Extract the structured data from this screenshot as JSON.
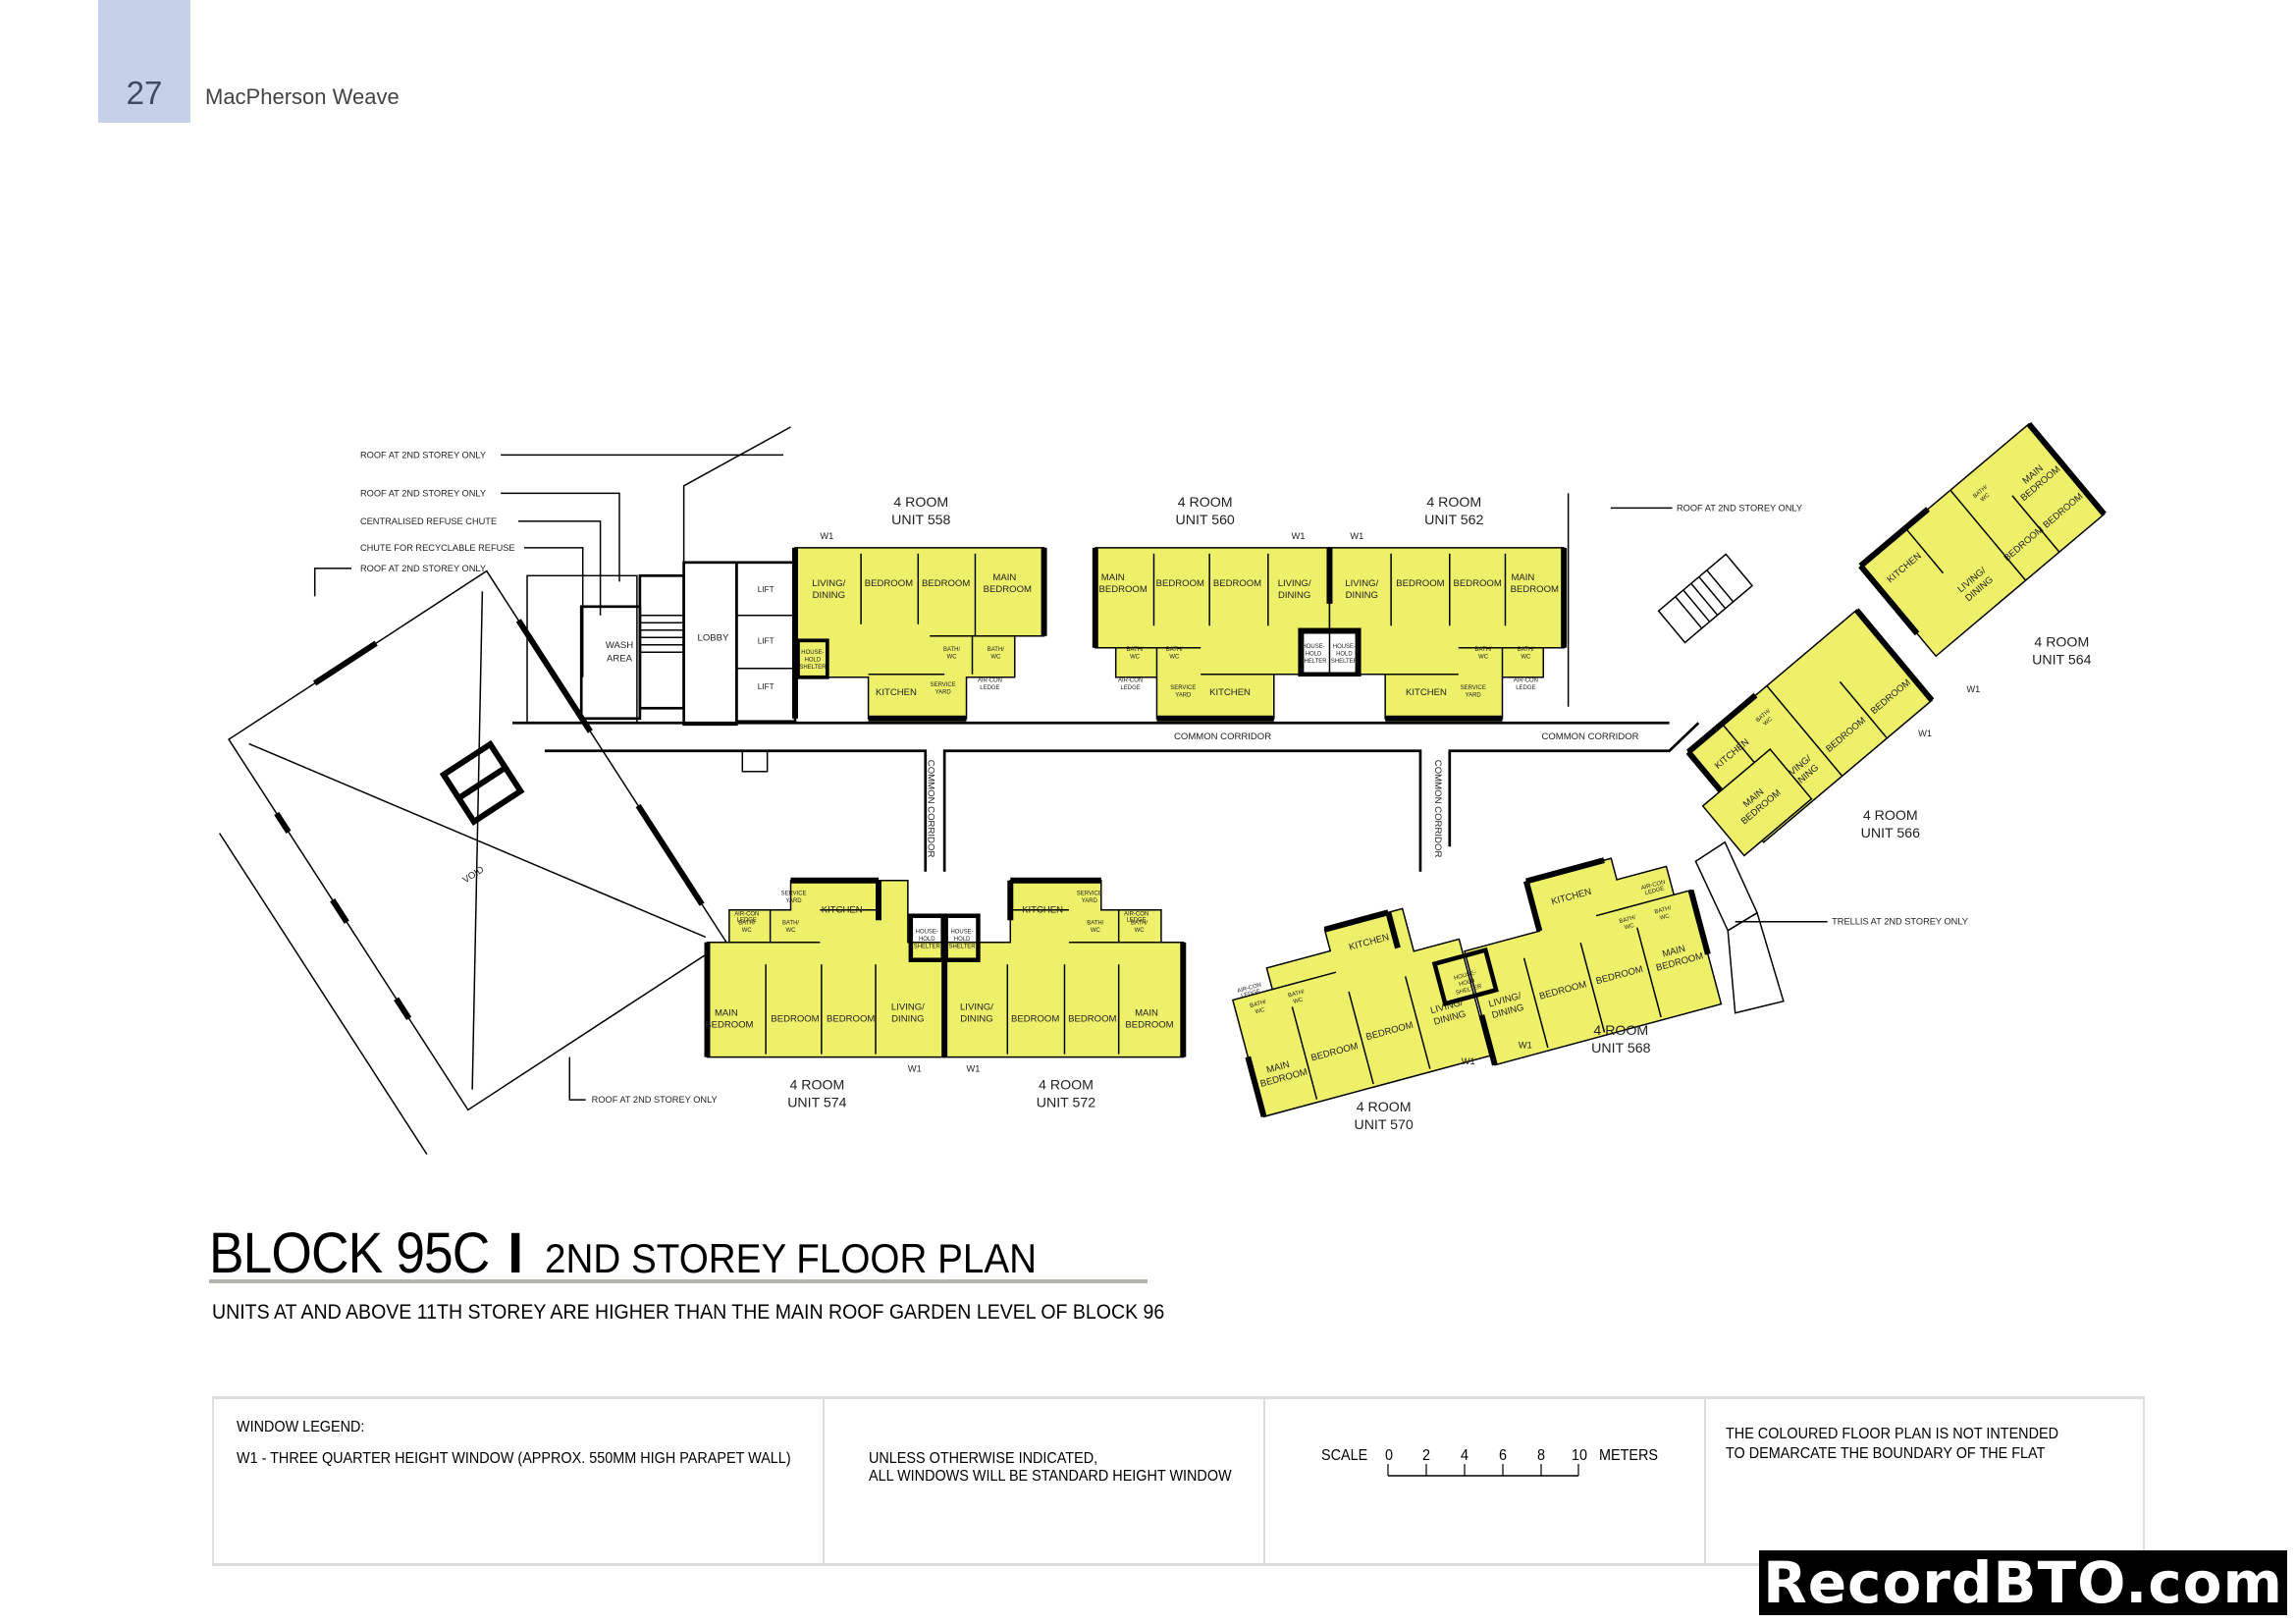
{
  "header": {
    "page_number": "27",
    "document_title": "MacPherson Weave",
    "tab_color": "#c5d1e8"
  },
  "plan": {
    "unit_fill_color": "#eef06a",
    "annotations": {
      "roof_1": "ROOF AT 2ND STOREY ONLY",
      "roof_2": "ROOF AT 2ND STOREY ONLY",
      "refuse_chute": "CENTRALISED REFUSE CHUTE",
      "recyclable_chute": "CHUTE FOR RECYCLABLE REFUSE",
      "roof_3": "ROOF AT 2ND STOREY ONLY",
      "roof_right": "ROOF AT 2ND STOREY ONLY",
      "roof_bottom": "ROOF AT 2ND STOREY ONLY",
      "trellis": "TRELLIS AT 2ND STOREY ONLY",
      "void": "VOID",
      "wash_area_1": "WASH",
      "wash_area_2": "AREA",
      "lobby": "LOBBY",
      "lift": "LIFT",
      "common_corridor": "COMMON CORRIDOR",
      "window_tag": "W1"
    },
    "rooms": {
      "living_1": "LIVING/",
      "living_2": "DINING",
      "bedroom": "BEDROOM",
      "main_1": "MAIN",
      "main_2": "BEDROOM",
      "bath_1": "BATH/",
      "bath_2": "WC",
      "kitchen": "KITCHEN",
      "service_1": "SERVICE",
      "service_2": "YARD",
      "aircon_1": "AIR-CON",
      "aircon_2": "LEDGE",
      "shelter_1": "HOUSE-",
      "shelter_2": "HOLD",
      "shelter_3": "SHELTER"
    },
    "units": [
      {
        "type": "4 ROOM",
        "unit": "UNIT 558"
      },
      {
        "type": "4 ROOM",
        "unit": "UNIT 560"
      },
      {
        "type": "4 ROOM",
        "unit": "UNIT 562"
      },
      {
        "type": "4 ROOM",
        "unit": "UNIT 564"
      },
      {
        "type": "4 ROOM",
        "unit": "UNIT 566"
      },
      {
        "type": "4 ROOM",
        "unit": "UNIT 568"
      },
      {
        "type": "4 ROOM",
        "unit": "UNIT 570"
      },
      {
        "type": "4 ROOM",
        "unit": "UNIT 572"
      },
      {
        "type": "4 ROOM",
        "unit": "UNIT 574"
      }
    ]
  },
  "title": {
    "block": "BLOCK 95C",
    "separator": "I",
    "plan_name": "2ND STOREY FLOOR PLAN",
    "note": "UNITS AT AND ABOVE 11TH STOREY ARE HIGHER THAN THE MAIN ROOF GARDEN LEVEL OF BLOCK 96"
  },
  "legend": {
    "window_heading": "WINDOW LEGEND:",
    "window_w1": "W1 -  THREE QUARTER HEIGHT WINDOW (APPROX. 550MM HIGH PARAPET WALL)",
    "standard_1": "UNLESS OTHERWISE INDICATED,",
    "standard_2": "ALL WINDOWS WILL BE STANDARD HEIGHT WINDOW",
    "scale_label": "SCALE",
    "scale_ticks": [
      "0",
      "2",
      "4",
      "6",
      "8",
      "10"
    ],
    "scale_unit": "METERS",
    "disclaimer_1": "THE COLOURED FLOOR PLAN IS NOT INTENDED",
    "disclaimer_2": "TO DEMARCATE THE BOUNDARY OF THE FLAT"
  },
  "watermark": "RecordBTO.com"
}
